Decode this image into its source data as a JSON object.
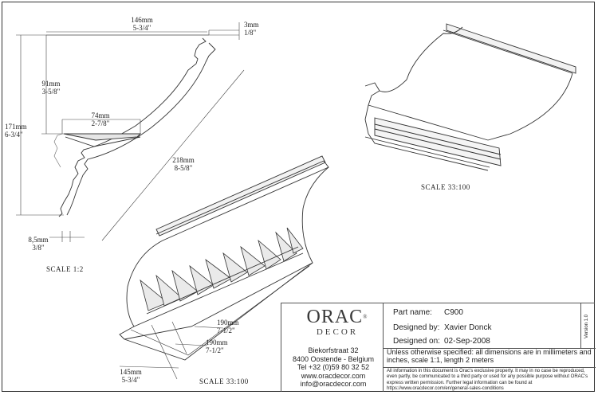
{
  "drawing": {
    "profile_dims": {
      "width_mm": "146mm",
      "width_in": "5-3/4\"",
      "lip_mm": "3mm",
      "lip_in": "1/8\"",
      "upper_mm": "91mm",
      "upper_in": "3-5/8\"",
      "height_mm": "171mm",
      "height_in": "6-3/4\"",
      "inner_mm": "74mm",
      "inner_in": "2-7/8\"",
      "diag_mm": "218mm",
      "diag_in": "8-5/8\"",
      "base_mm": "8,5mm",
      "base_in": "3/8\""
    },
    "front_dims": {
      "d1_mm": "190mm",
      "d1_in": "7-1/2\"",
      "d2_mm": "190mm",
      "d2_in": "7-1/2\"",
      "d3_mm": "145mm",
      "d3_in": "5-3/4\""
    },
    "scales": {
      "profile": "SCALE  1:2",
      "small_view": "SCALE  33:100",
      "large_view": "SCALE  33:100"
    }
  },
  "title_block": {
    "logo_main": "ORAC",
    "logo_reg": "®",
    "logo_sub": "DECOR",
    "address": [
      "Biekorfstraat 32",
      "8400 Oostende - Belgium",
      "Tel  +32 (0)59 80 32 52",
      "www.oracdecor.com",
      "info@oracdecor.com"
    ],
    "part_label": "Part name:",
    "part_value": "C900",
    "designer_label": "Designed by:",
    "designer_value": "Xavier Donck",
    "date_label": "Designed on:",
    "date_value": "02-Sep-2008",
    "version": "Version 1.0",
    "spec_text": "Unless otherwise specified: all dimensions are in millimeters and inches, scale 1:1, length 2 meters",
    "legal_text": "All information in this document is Orac's exclusive property.  It may in no case be reproduced, even partly, be communicated to a third party or used for any possible purpose without ORAC's express written permission. Further legal information can be found at https://www.oracdecor.com/en/general-sales-conditions"
  }
}
